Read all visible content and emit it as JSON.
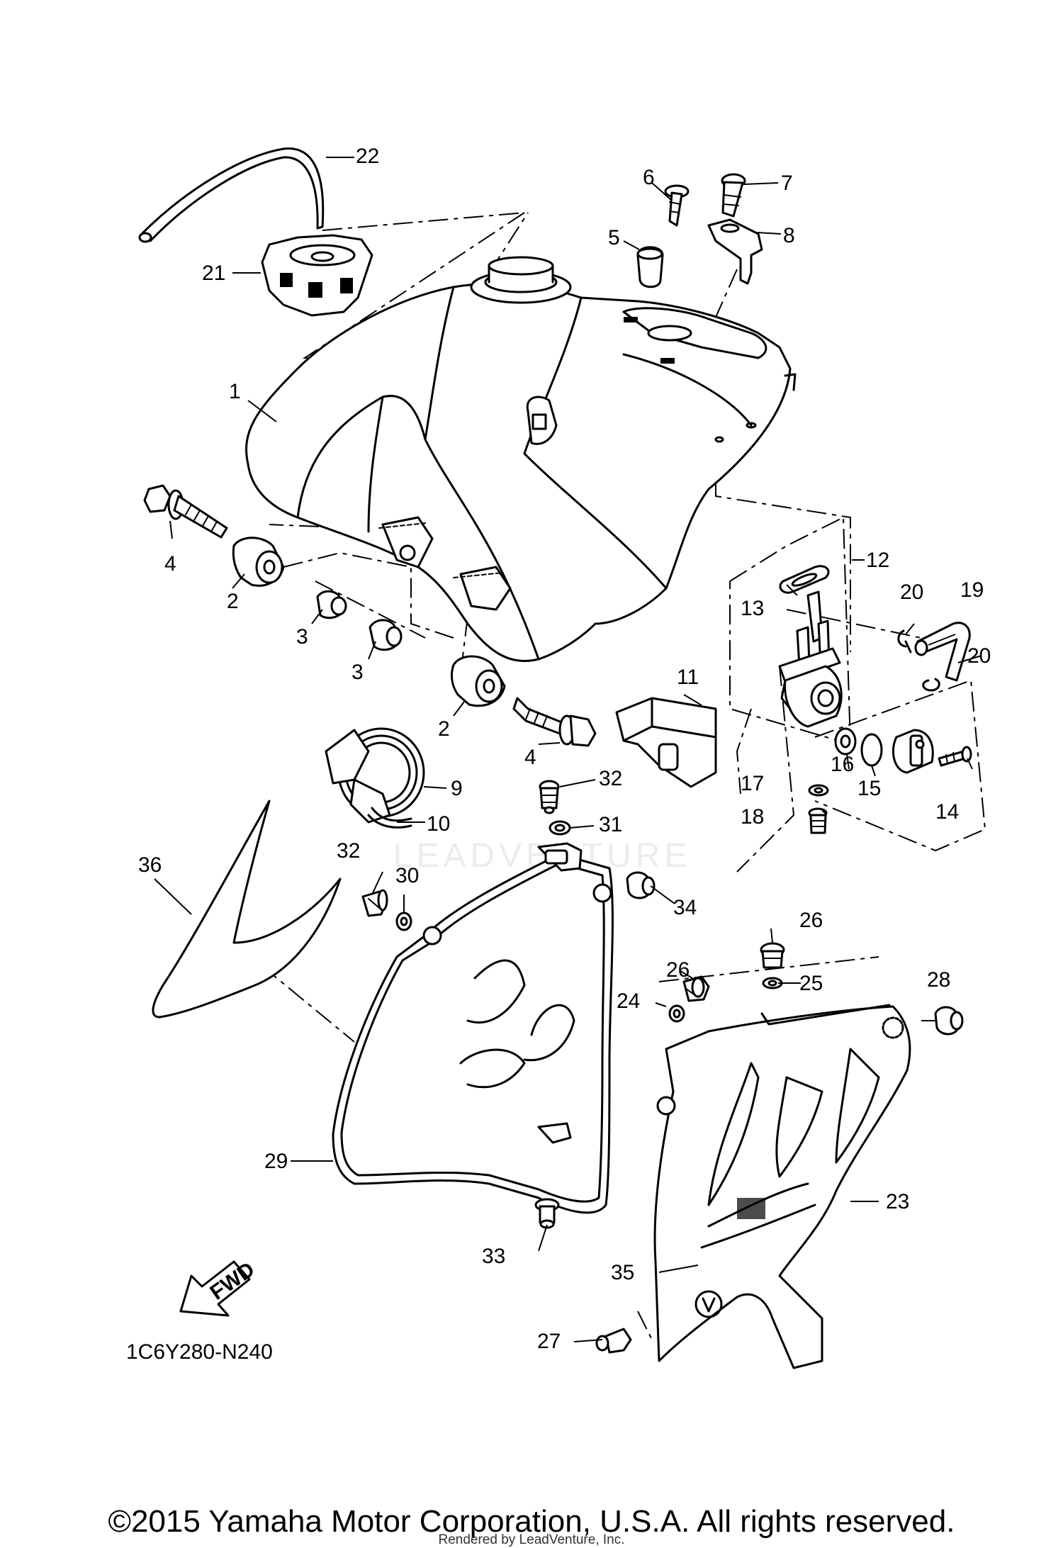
{
  "diagram": {
    "part_code": "1C6Y280-N240",
    "fwd_label": "FWD",
    "watermark": "LEADVENTURE",
    "callouts": [
      {
        "id": "c1",
        "text": "1"
      },
      {
        "id": "c2a",
        "text": "2"
      },
      {
        "id": "c2b",
        "text": "2"
      },
      {
        "id": "c3a",
        "text": "3"
      },
      {
        "id": "c3b",
        "text": "3"
      },
      {
        "id": "c4a",
        "text": "4"
      },
      {
        "id": "c4b",
        "text": "4"
      },
      {
        "id": "c5",
        "text": "5"
      },
      {
        "id": "c6",
        "text": "6"
      },
      {
        "id": "c7",
        "text": "7"
      },
      {
        "id": "c8",
        "text": "8"
      },
      {
        "id": "c9",
        "text": "9"
      },
      {
        "id": "c10",
        "text": "10"
      },
      {
        "id": "c11",
        "text": "11"
      },
      {
        "id": "c12",
        "text": "12"
      },
      {
        "id": "c13",
        "text": "13"
      },
      {
        "id": "c14",
        "text": "14"
      },
      {
        "id": "c15",
        "text": "15"
      },
      {
        "id": "c16",
        "text": "16"
      },
      {
        "id": "c17",
        "text": "17"
      },
      {
        "id": "c18",
        "text": "18"
      },
      {
        "id": "c19",
        "text": "19"
      },
      {
        "id": "c20a",
        "text": "20"
      },
      {
        "id": "c20b",
        "text": "20"
      },
      {
        "id": "c21",
        "text": "21"
      },
      {
        "id": "c22",
        "text": "22"
      },
      {
        "id": "c23",
        "text": "23"
      },
      {
        "id": "c24",
        "text": "24"
      },
      {
        "id": "c25",
        "text": "25"
      },
      {
        "id": "c26a",
        "text": "26"
      },
      {
        "id": "c26b",
        "text": "26"
      },
      {
        "id": "c27",
        "text": "27"
      },
      {
        "id": "c28",
        "text": "28"
      },
      {
        "id": "c29",
        "text": "29"
      },
      {
        "id": "c30",
        "text": "30"
      },
      {
        "id": "c31",
        "text": "31"
      },
      {
        "id": "c32a",
        "text": "32"
      },
      {
        "id": "c32b",
        "text": "32"
      },
      {
        "id": "c33",
        "text": "33"
      },
      {
        "id": "c34",
        "text": "34"
      },
      {
        "id": "c35",
        "text": "35"
      },
      {
        "id": "c36",
        "text": "36"
      }
    ]
  },
  "footer": {
    "copyright": "©2015 Yamaha Motor Corporation, U.S.A. All rights reserved.",
    "rendered_by": "Rendered by LeadVenture, Inc."
  }
}
